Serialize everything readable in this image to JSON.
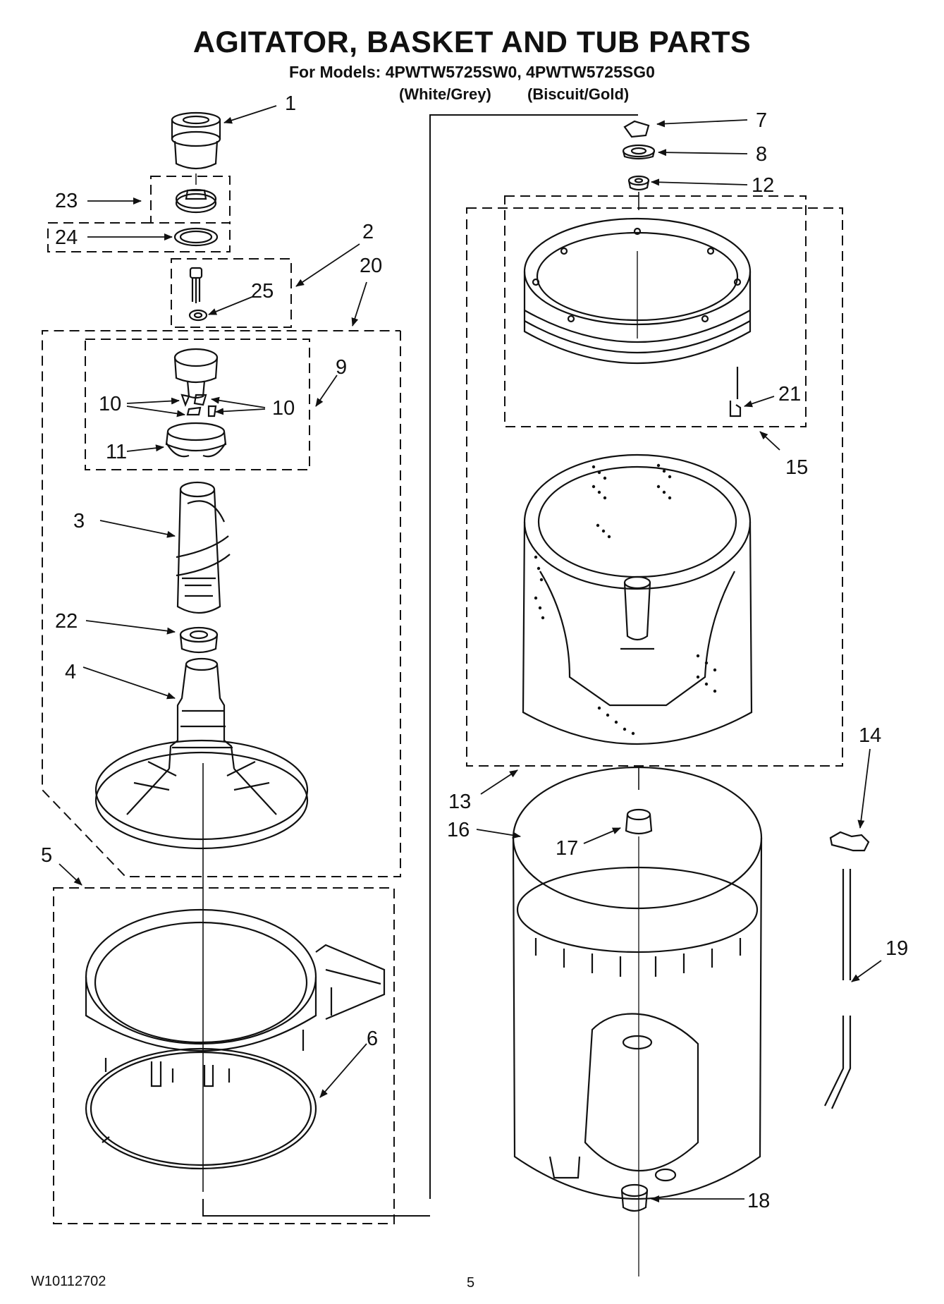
{
  "header": {
    "title": "AGITATOR, BASKET AND TUB PARTS",
    "models": "For Models: 4PWTW5725SW0, 4PWTW5725SG0",
    "variant_1": "(White/Grey)",
    "variant_2": "(Biscuit/Gold)"
  },
  "callouts": {
    "c1": "1",
    "c2": "2",
    "c3": "3",
    "c4": "4",
    "c5": "5",
    "c6": "6",
    "c7": "7",
    "c8": "8",
    "c9": "9",
    "c10a": "10",
    "c10b": "10",
    "c11": "11",
    "c12": "12",
    "c13": "13",
    "c14": "14",
    "c15": "15",
    "c16": "16",
    "c17": "17",
    "c18": "18",
    "c19": "19",
    "c20": "20",
    "c21": "21",
    "c22": "22",
    "c23": "23",
    "c24": "24",
    "c25": "25"
  },
  "footer": {
    "doc_number": "W10112702",
    "page_number": "5"
  }
}
